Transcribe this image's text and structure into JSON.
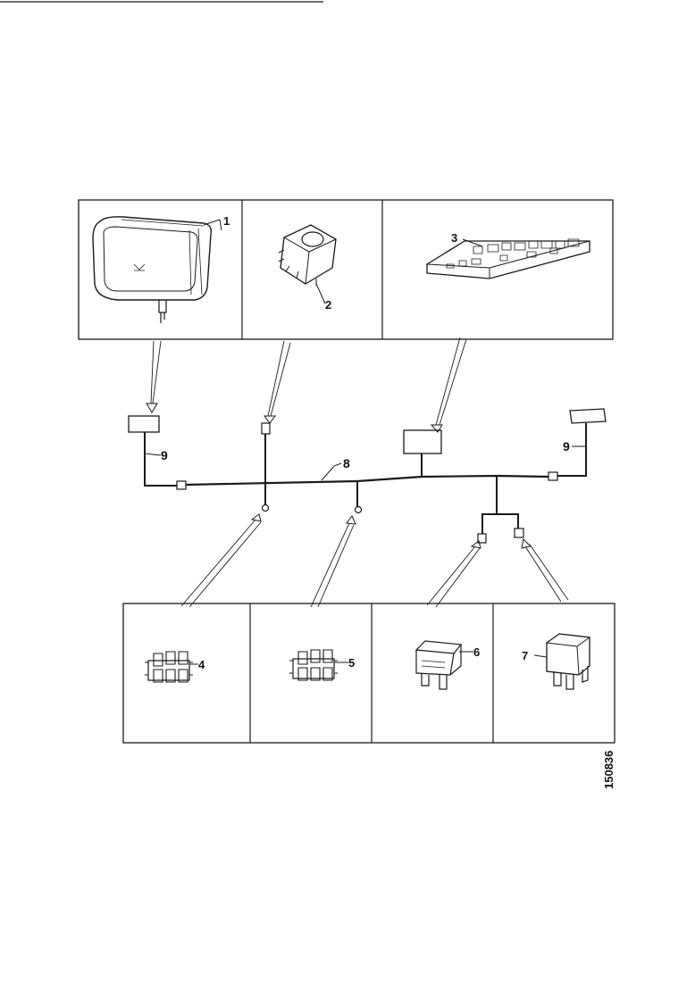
{
  "parts": [
    {
      "id": "headlight",
      "callout": "1"
    },
    {
      "id": "rocker-switch",
      "callout": "2"
    },
    {
      "id": "control-panel",
      "callout": "3"
    },
    {
      "id": "connector-6pin-a",
      "callout": "4"
    },
    {
      "id": "connector-6pin-b",
      "callout": "5"
    },
    {
      "id": "fuse",
      "callout": "6"
    },
    {
      "id": "relay",
      "callout": "7"
    }
  ],
  "harness": {
    "callout": "8"
  },
  "pigtail_left": {
    "callout": "9"
  },
  "pigtail_right": {
    "callout": "9"
  },
  "drawing_number": "150836"
}
